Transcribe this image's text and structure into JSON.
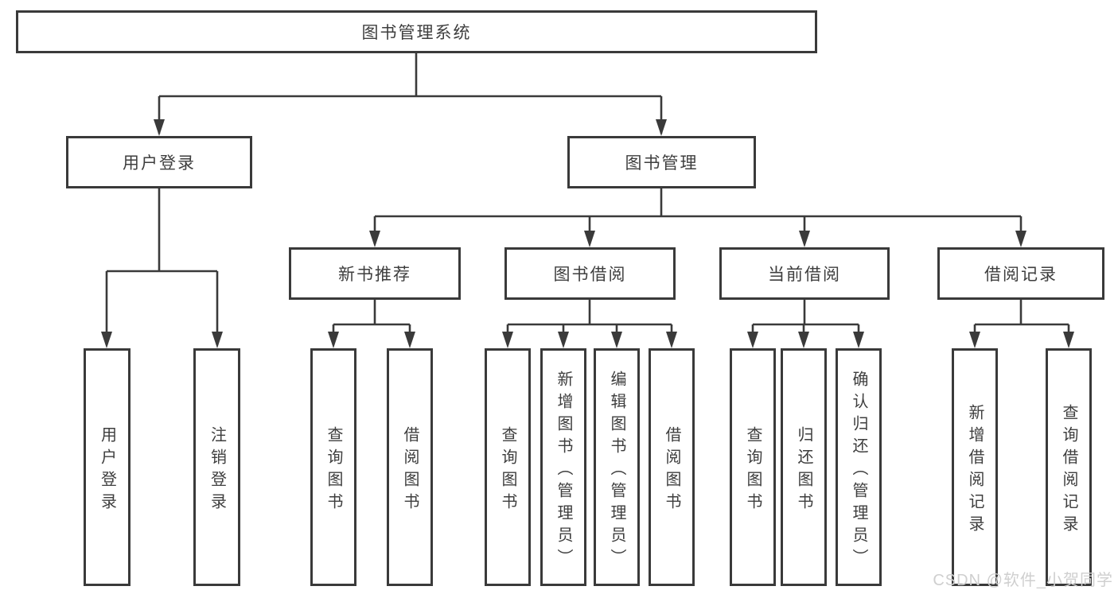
{
  "diagram": {
    "root": "图书管理系统",
    "branches": [
      {
        "label": "用户登录",
        "leaves": [
          "用户登录",
          "注销登录"
        ]
      },
      {
        "label": "图书管理",
        "groups": [
          {
            "label": "新书推荐",
            "leaves": [
              "查询图书",
              "借阅图书"
            ]
          },
          {
            "label": "图书借阅",
            "leaves": [
              "查询图书",
              "新增图书（管理员）",
              "编辑图书（管理员）",
              "借阅图书"
            ]
          },
          {
            "label": "当前借阅",
            "leaves": [
              "查询图书",
              "归还图书",
              "确认归还（管理员）"
            ]
          },
          {
            "label": "借阅记录",
            "leaves": [
              "新增借阅记录",
              "查询借阅记录"
            ]
          }
        ]
      }
    ]
  },
  "watermark": {
    "text": "CSDN @软件_小贺同学"
  },
  "colors": {
    "line": "#3a3a3a",
    "text": "#3e3e3e",
    "background": "#ffffff",
    "watermark": "#cfcfcf"
  }
}
